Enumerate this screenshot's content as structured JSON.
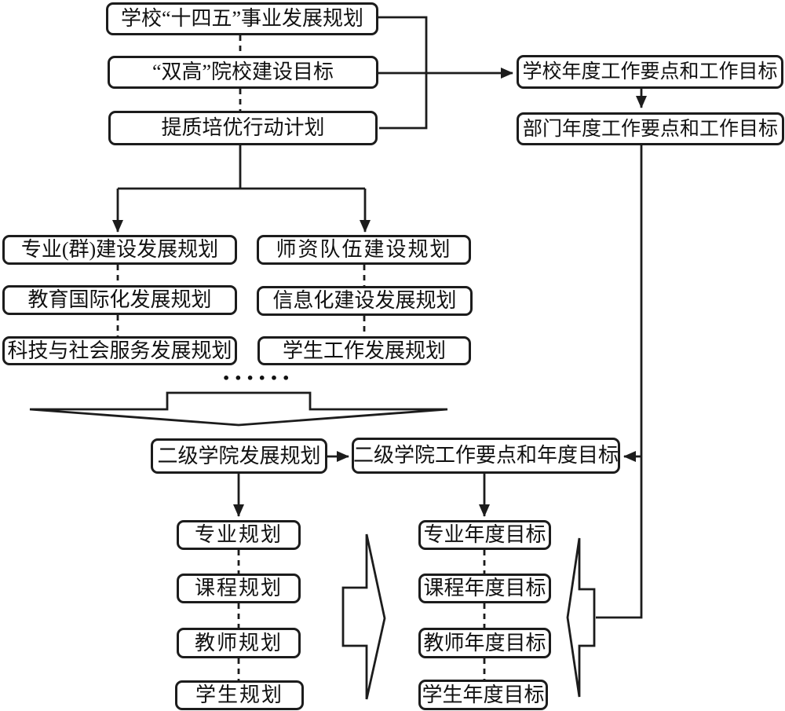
{
  "diagram": {
    "type": "flowchart",
    "ellipsis": "••••••",
    "colors": {
      "background": "#ffffff",
      "line": "#1c1c1c",
      "box_border": "#1c1c1c",
      "text": "#111111"
    },
    "nodes": {
      "plan14": {
        "label": "学校“十四五”事业发展规划"
      },
      "shuanggao": {
        "label": "“双高”院校建设目标"
      },
      "tizhi": {
        "label": "提质培优行动计划"
      },
      "schoolAnnual": {
        "label": "学校年度工作要点和工作目标"
      },
      "deptAnnual": {
        "label": "部门年度工作要点和工作目标"
      },
      "majorGroup": {
        "label": "专业(群)建设发展规划"
      },
      "eduIntl": {
        "label": "教育国际化发展规划"
      },
      "sciTech": {
        "label": "科技与社会服务发展规划"
      },
      "faculty": {
        "label": "师资队伍建设规划"
      },
      "informatization": {
        "label": "信息化建设发展规划"
      },
      "studentWork": {
        "label": "学生工作发展规划"
      },
      "collegePlan": {
        "label": "二级学院发展规划"
      },
      "collegeAnnual": {
        "label": "二级学院工作要点和年度目标"
      },
      "majorPlan": {
        "label": "专业规划"
      },
      "coursePlan": {
        "label": "课程规划"
      },
      "teacherPlan": {
        "label": "教师规划"
      },
      "studentPlan": {
        "label": "学生规划"
      },
      "majorGoal": {
        "label": "专业年度目标"
      },
      "courseGoal": {
        "label": "课程年度目标"
      },
      "teacherGoal": {
        "label": "教师年度目标"
      },
      "studentGoal": {
        "label": "学生年度目标"
      }
    }
  }
}
